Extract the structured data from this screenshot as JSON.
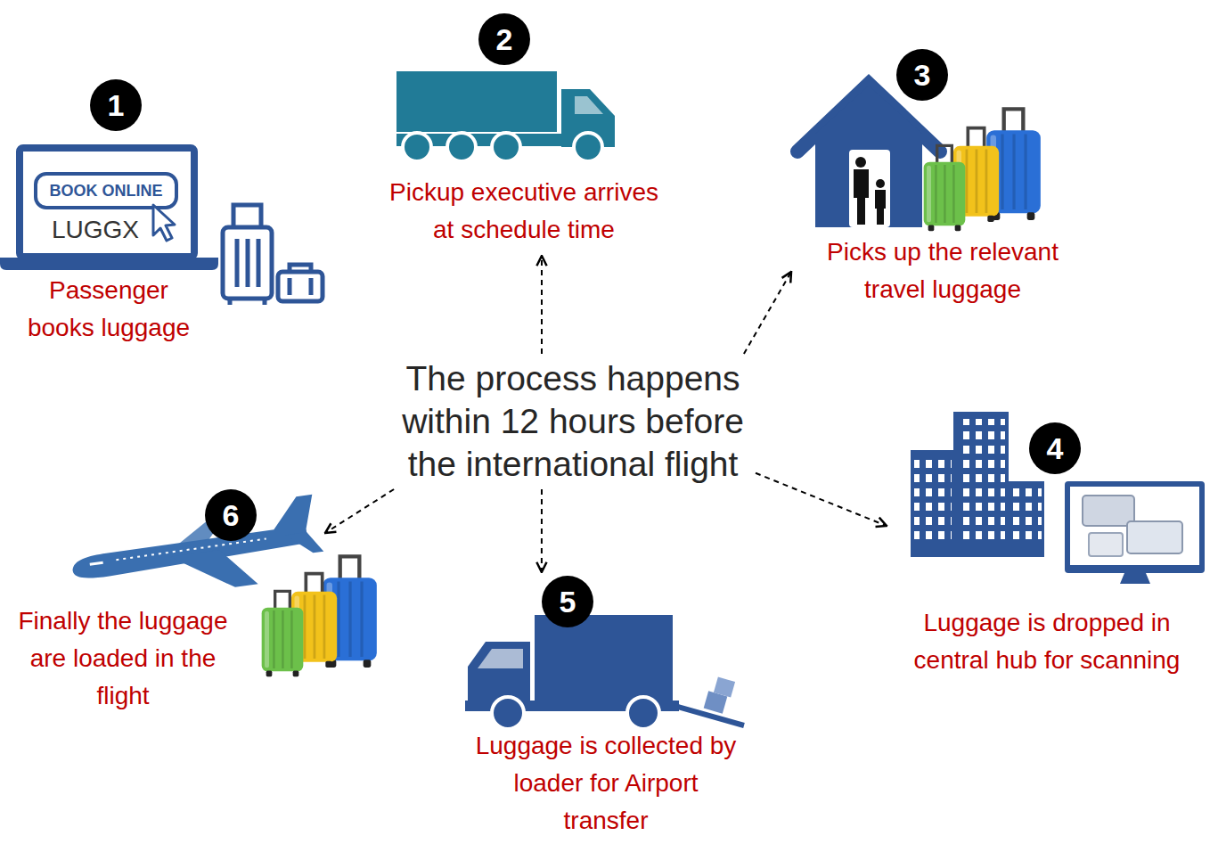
{
  "diagram": {
    "nodes": [
      {
        "text": [
          "Passenger books luggage"
        ]
      },
      {
        "text": [
          "1"
        ],
        "in": 0
      },
      {
        "text": [
          "Pickup executive arrives at schedule time"
        ]
      },
      {
        "text": [
          "2"
        ],
        "in": 2
      },
      {
        "text": [
          "Picks up the relevant travel luggage"
        ]
      },
      {
        "text": [
          "3"
        ],
        "in": 4
      },
      {
        "text": [
          "Luggage is dropped in central hub for scanning"
        ]
      },
      {
        "text": [
          "4"
        ],
        "in": 6
      },
      {
        "text": [
          "Luggage is collected by loader for Airport transfer"
        ]
      },
      {
        "text": [
          "5"
        ],
        "in": 8
      },
      {
        "text": [
          "Finally the luggage are loaded in the flight"
        ]
      },
      {
        "text": [
          "6"
        ],
        "in": 10
      },
      {
        "text": [
          "The process happens within 12 hours before the international flight"
        ]
      }
    ],
    "edges": [
      {
        "from": 12,
        "to": 2,
        "arrow": "to"
      },
      {
        "from": 12,
        "to": 4,
        "arrow": "to"
      },
      {
        "from": 12,
        "to": 6,
        "arrow": "to"
      },
      {
        "from": 12,
        "to": 8,
        "arrow": "to"
      },
      {
        "from": 12,
        "to": 10,
        "arrow": "to"
      }
    ],
    "labels": [
      "BOOK ONLINE",
      "LUGGX"
    ]
  }
}
